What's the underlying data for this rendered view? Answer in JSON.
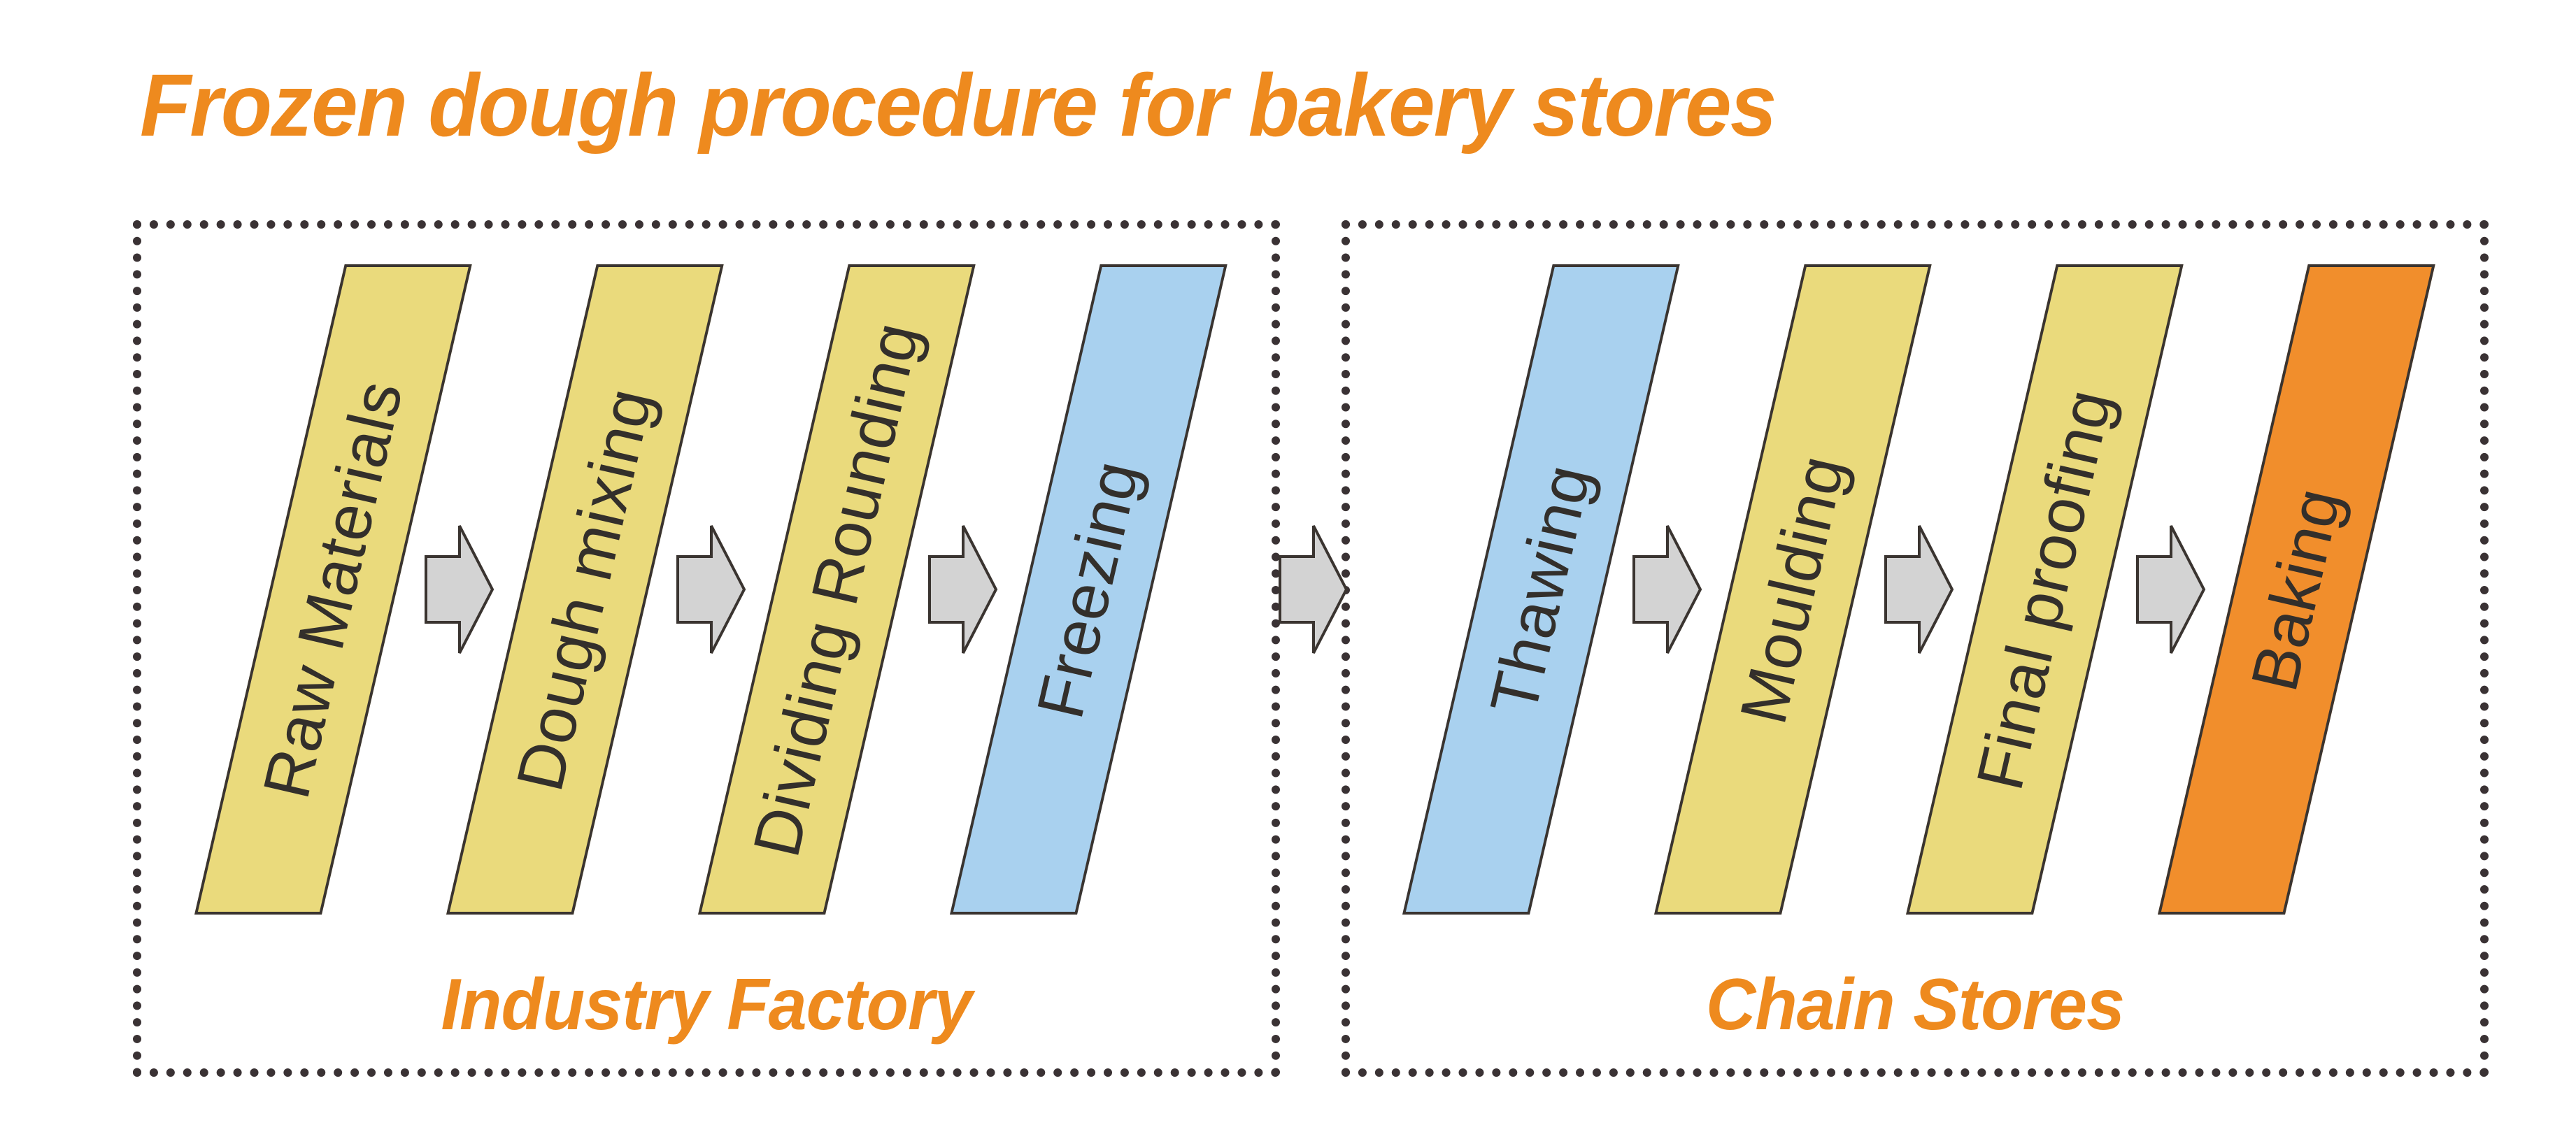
{
  "title": {
    "text": "Frozen dough procedure for bakery stores",
    "color": "#ee8a1e"
  },
  "zones": [
    {
      "id": "factory",
      "label": "Industry Factory",
      "stages": [
        {
          "name": "Raw Materials",
          "fill": "#eada7c"
        },
        {
          "name": "Dough mixing",
          "fill": "#eada7c"
        },
        {
          "name": "Dividing Rounding",
          "fill": "#eada7c"
        },
        {
          "name": "Freezing",
          "fill": "#a9d1ef"
        }
      ]
    },
    {
      "id": "stores",
      "label": "Chain Stores",
      "stages": [
        {
          "name": "Thawing",
          "fill": "#a9d1ef"
        },
        {
          "name": "Moulding",
          "fill": "#eada7c"
        },
        {
          "name": "Final proofing",
          "fill": "#eada7c"
        },
        {
          "name": "Baking",
          "fill": "#f18e2c"
        }
      ]
    }
  ],
  "arrow": {
    "fill": "#d3d3d3",
    "stroke": "#3a3430"
  },
  "style": {
    "outline": "#3a3430",
    "dash": "#3a3234",
    "label_color": "#332f2b",
    "background": "#ffffff"
  }
}
